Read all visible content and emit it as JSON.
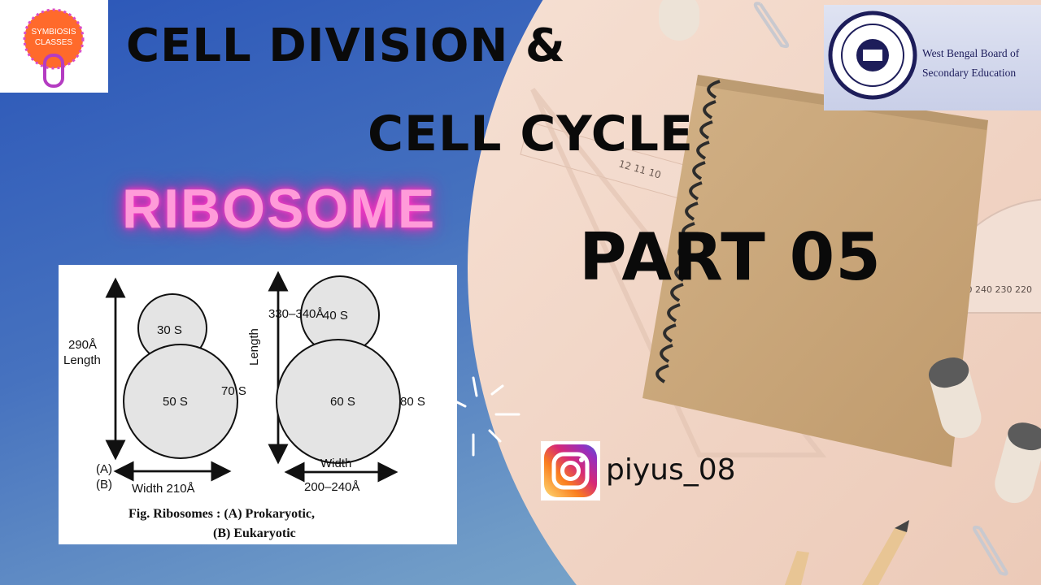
{
  "logo": {
    "text_line1": "SYMBIOSIS",
    "text_line2": "CLASSES"
  },
  "title": {
    "line1": "CELL DIVISION &",
    "line2": "CELL CYCLE"
  },
  "subtitle": "RIBOSOME",
  "part": "PART 05",
  "board": {
    "line1": "West Bengal Board of",
    "line2": "Secondary Education"
  },
  "figure": {
    "prokaryotic": {
      "small_subunit": "30 S",
      "large_subunit": "50 S",
      "whole": "70 S",
      "diameter": "330–340Å",
      "length_value": "290Å",
      "length_label": "Length",
      "width": "Width 210Å",
      "tag": "(A)"
    },
    "eukaryotic": {
      "small_subunit": "40 S",
      "large_subunit": "60 S",
      "whole": "80 S",
      "length_label": "Length",
      "width_label": "Width",
      "width_value": "200–240Å",
      "tag": "(B)"
    },
    "caption_line1": "Fig. Ribosomes : (A) Prokaryotic,",
    "caption_line2": "(B) Eukaryotic"
  },
  "social": {
    "handle": "piyus_08",
    "icon": "instagram-icon"
  },
  "colors": {
    "neon_pink": "#ff9bd9",
    "bg_blue": "#2b56b8",
    "paper": "#f1d6c6",
    "notebook": "#c9a77a"
  }
}
